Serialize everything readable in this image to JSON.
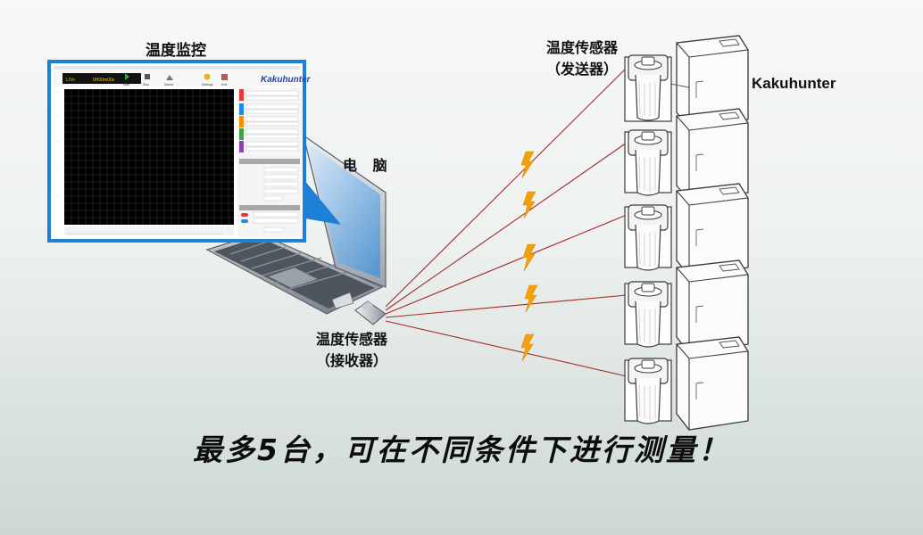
{
  "labels": {
    "monitor_title": "温度监控",
    "pc_title": "电 脑",
    "receiver_line1": "温度传感器",
    "receiver_line2": "（接收器）",
    "sender_line1": "温度传感器",
    "sender_line2": "（发送器）",
    "brand": "Kakuhunter",
    "bottom_caption": "最多5台，可在不同条件下进行测量！"
  },
  "software": {
    "logo": "Kakuhunter",
    "toolbar": [
      "Start",
      "Stop",
      "Saved",
      "Settings",
      "Exit"
    ]
  },
  "colors": {
    "wire": "#a52a2a",
    "lightning": "#f3a10b",
    "screen_frame": "#1e7fd6",
    "plot_bg": "#000000",
    "channel1": "#e53935",
    "channel2": "#1e88e5",
    "channel3": "#fb8c00",
    "channel4": "#43a047",
    "channel5": "#8e44ad"
  },
  "devices": {
    "count": 5,
    "icon": "kakuhunter-machine-icon",
    "sensor_icon": "sensor-cup-icon"
  }
}
